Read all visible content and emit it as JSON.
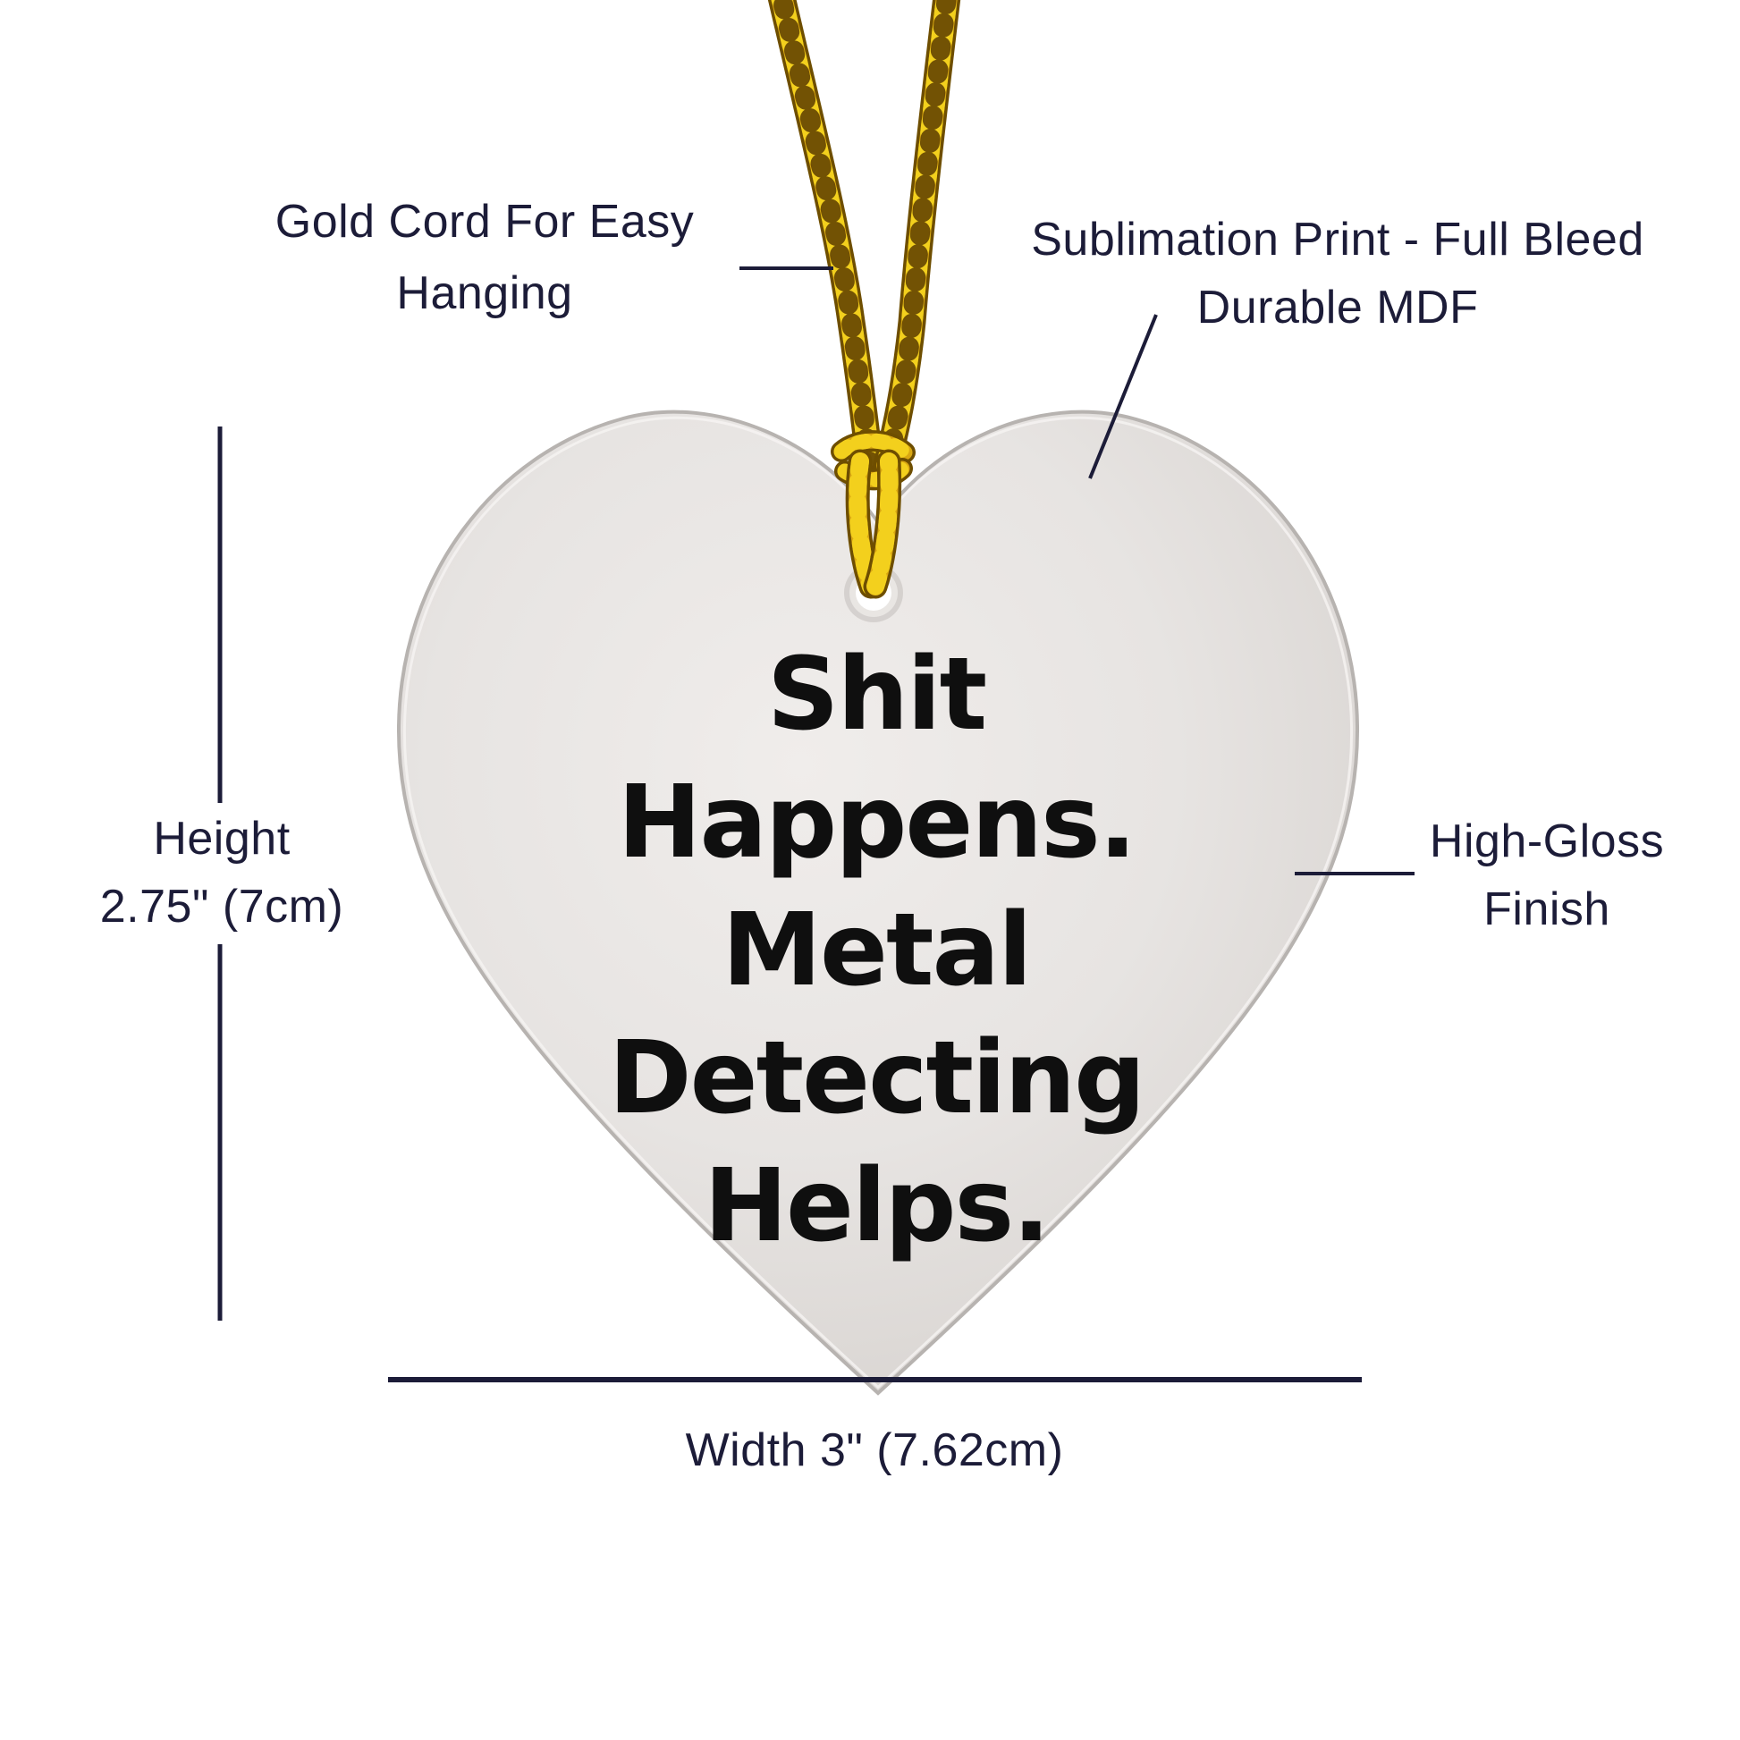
{
  "page": {
    "background": "#ffffff"
  },
  "heart": {
    "lines": [
      "Shit",
      "Happens.",
      "Metal",
      "Detecting",
      "Helps."
    ],
    "fill_center": "#efecea",
    "fill_edge": "#cdc9c6",
    "rim_color": "#b7b3b0",
    "text_color": "#0f0f0f"
  },
  "callouts": {
    "gold_cord": {
      "line1": "Gold Cord For Easy",
      "line2": "Hanging"
    },
    "sublimation": {
      "line1": "Sublimation Print - Full Bleed",
      "line2": "Durable MDF"
    },
    "high_gloss": {
      "line1": "High-Gloss",
      "line2": "Finish"
    }
  },
  "dimensions": {
    "height": {
      "line1": "Height",
      "line2": "2.75\" (7cm)"
    },
    "width": {
      "label": "Width 3\" (7.62cm)"
    }
  },
  "colors": {
    "label_text": "#1c1c38",
    "annotation_line": "#1c1c38",
    "cord_dark": "#6e4e00",
    "cord_gold": "#d9a712",
    "cord_bright": "#f3d01d"
  }
}
